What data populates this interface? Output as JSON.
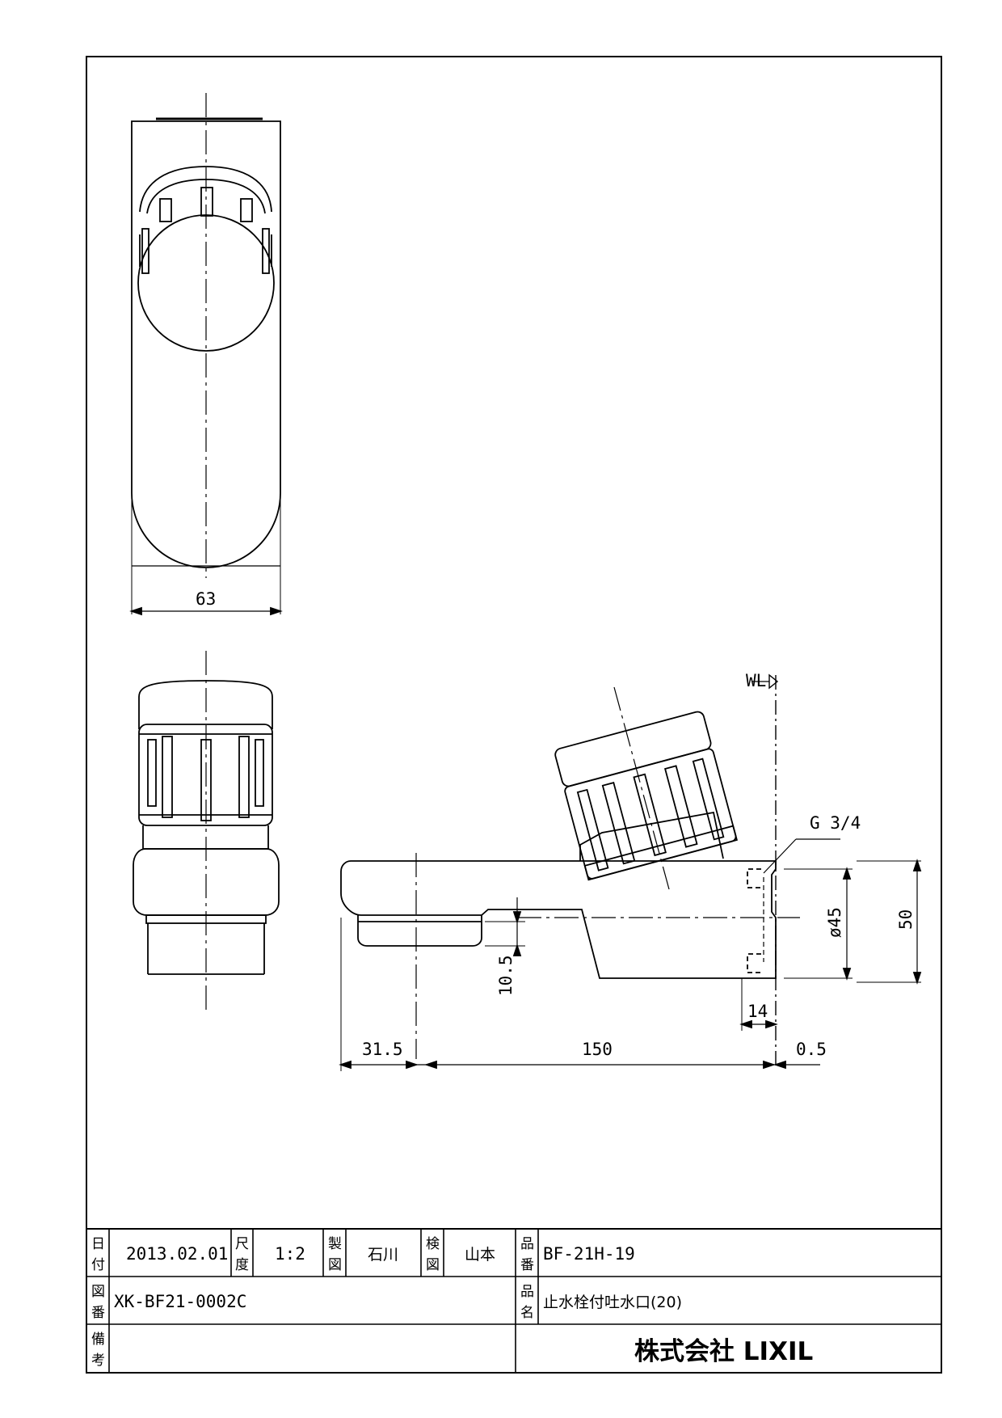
{
  "drawing": {
    "front_view": {
      "width_dim": "63"
    },
    "side_view": {
      "wl_label": "WL",
      "thread_label": "G 3/4",
      "dims": {
        "back": "31.5",
        "length": "150",
        "offset": "0.5",
        "inlet_depth": "14",
        "outlet_drop": "10.5",
        "flange_dia": "ø45",
        "height": "50"
      }
    }
  },
  "title_block": {
    "date_label": [
      "日",
      "付"
    ],
    "date": "2013.02.01",
    "scale_label": [
      "尺",
      "度"
    ],
    "scale": "1:2",
    "drawn_label": [
      "製",
      "図"
    ],
    "drawn_by": "石川",
    "checked_label": [
      "検",
      "図"
    ],
    "checked_by": "山本",
    "part_no_label": [
      "品",
      "番"
    ],
    "part_no": "BF-21H-19",
    "drawing_no_label": [
      "図",
      "番"
    ],
    "drawing_no": "XK-BF21-0002C",
    "part_name_label": [
      "品",
      "名"
    ],
    "part_name": "止水栓付吐水口(20)",
    "remarks_label": [
      "備",
      "考"
    ],
    "company": "株式会社 LIXIL"
  }
}
